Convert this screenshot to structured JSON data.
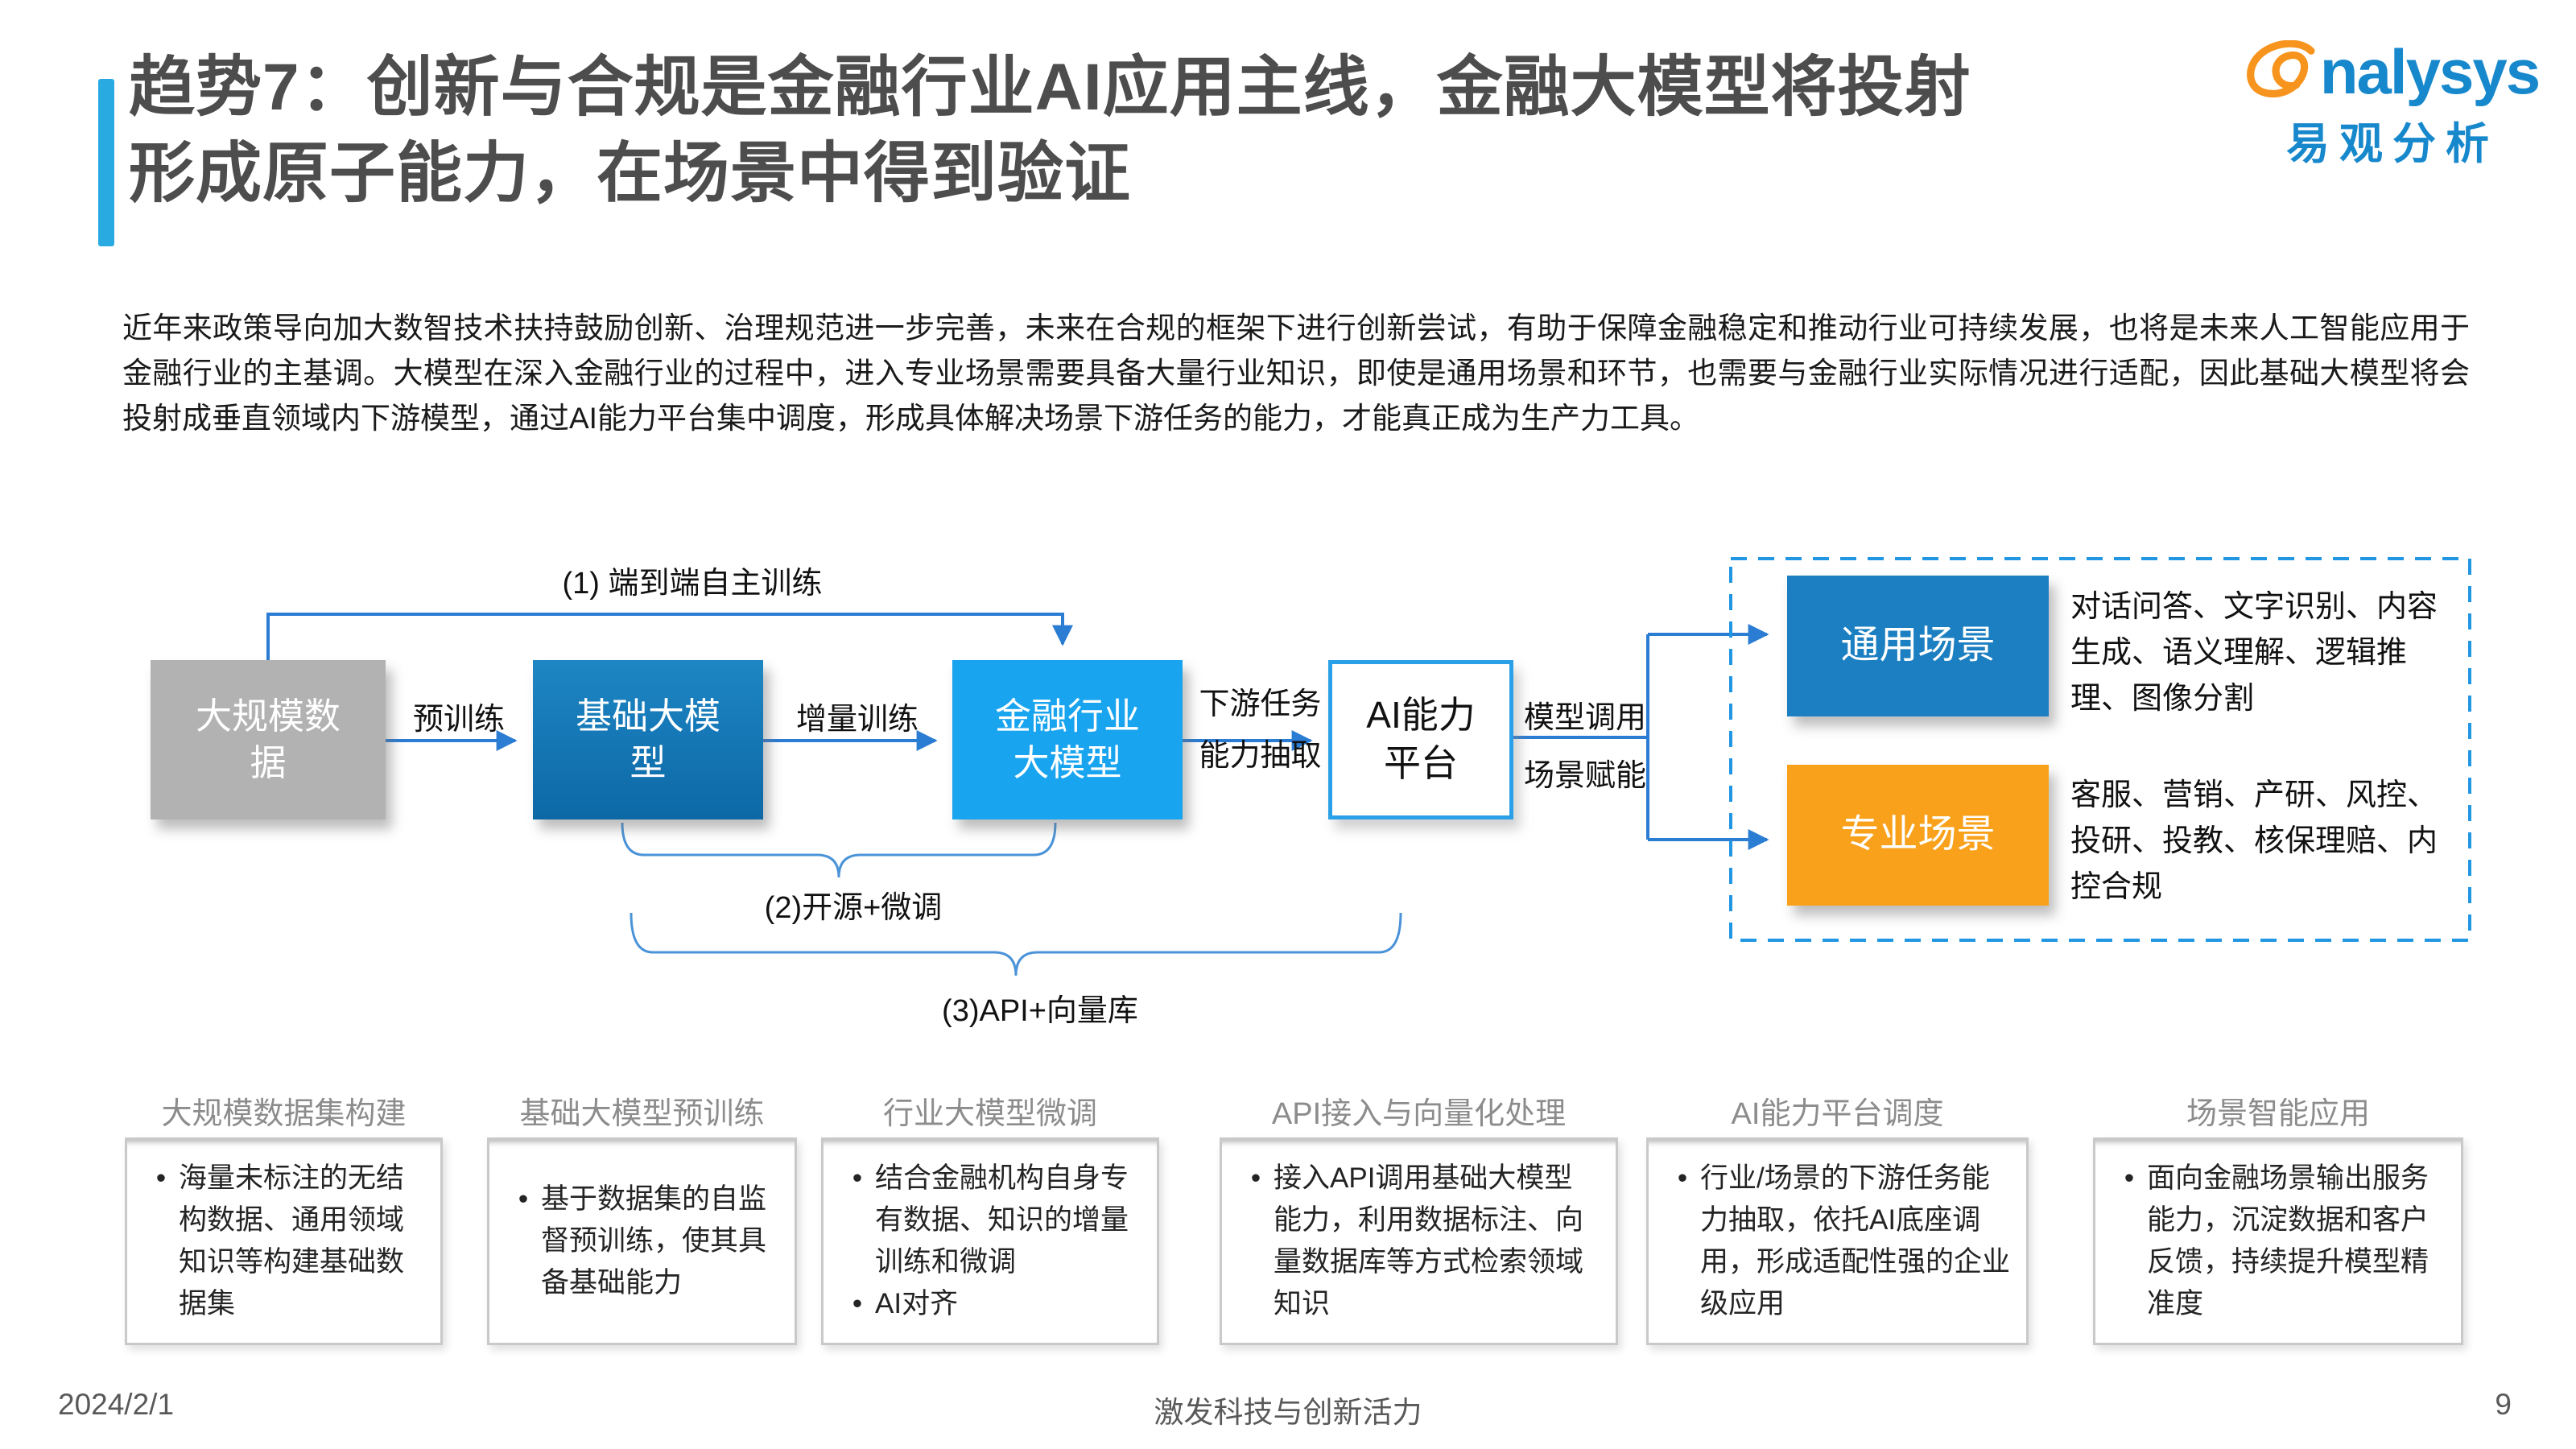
{
  "header": {
    "title": "趋势7：创新与合规是金融行业AI应用主线，金融大模型将投射\n形成原子能力，在场景中得到验证",
    "logo_word": "nalysys",
    "logo_sub": "易观分析"
  },
  "intro": "近年来政策导向加大数智技术扶持鼓励创新、治理规范进一步完善，未来在合规的框架下进行创新尝试，有助于保障金融稳定和推动行业可持续发展，也将是未来人工智能应用于金融行业的主基调。大模型在深入金融行业的过程中，进入专业场景需要具备大量行业知识，即使是通用场景和环节，也需要与金融行业实际情况进行适配，因此基础大模型将会投射成垂直领域内下游模型，通过AI能力平台集中调度，形成具体解决场景下游任务的能力，才能真正成为生产力工具。",
  "diagram": {
    "nodes": {
      "data": "大规模数\n据",
      "foundation": "基础大模\n型",
      "finance": "金融行业\n大模型",
      "ai_platform": "AI能力\n平台",
      "general": "通用场景",
      "professional": "专业场景"
    },
    "edges": {
      "path1": "(1) 端到端自主训练",
      "pretrain": "预训练",
      "incremental": "增量训练",
      "downstream": "下游任务\n能力抽取",
      "model_call": "模型调用",
      "scene_empower": "场景赋能",
      "path2": "(2)开源+微调",
      "path3": "(3)API+向量库"
    },
    "general_desc": "对话问答、文字识别、内容生成、语义理解、逻辑推理、图像分割",
    "professional_desc": "客服、营销、产研、风控、投研、投教、核保理赔、内控合规"
  },
  "stages": [
    {
      "title": "大规模数据集构建",
      "bullets": [
        "海量未标注的无结构数据、通用领域知识等构建基础数据集"
      ]
    },
    {
      "title": "基础大模型预训练",
      "bullets": [
        "基于数据集的自监督预训练，使其具备基础能力"
      ]
    },
    {
      "title": "行业大模型微调",
      "bullets": [
        "结合金融机构自身专有数据、知识的增量训练和微调",
        "AI对齐"
      ]
    },
    {
      "title": "API接入与向量化处理",
      "bullets": [
        "接入API调用基础大模型能力，利用数据标注、向量数据库等方式检索领域知识"
      ]
    },
    {
      "title": "AI能力平台调度",
      "bullets": [
        "行业/场景的下游任务能力抽取，依托AI底座调用，形成适配性强的企业级应用"
      ]
    },
    {
      "title": "场景智能应用",
      "bullets": [
        "面向金融场景输出服务能力，沉淀数据和客户反馈，持续提升模型精准度"
      ]
    }
  ],
  "footer": {
    "date": "2024/2/1",
    "center": "激发科技与创新活力",
    "page": "9"
  },
  "colors": {
    "accent": "#29ABE2",
    "line_blue": "#2b7cd3",
    "dash_blue": "#2196e3",
    "gray_box": "#b2b2b2",
    "foundation_blue": "#1173ae",
    "finance_blue": "#18a4ef",
    "general_blue": "#1b7fc1",
    "professional_orange": "#f9a11b",
    "logo_blue": "#1788cc",
    "logo_orange": "#f7941e"
  }
}
